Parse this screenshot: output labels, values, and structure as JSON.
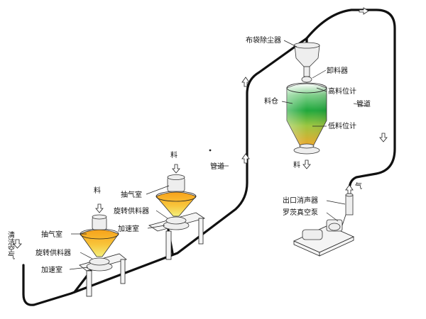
{
  "labels": {
    "clean_air": "清洁空气",
    "feeder1": {
      "air_chamber": "抽气室",
      "rotary_feeder": "旋转供料器",
      "accel_chamber": "加速室"
    },
    "feeder2": {
      "material": "料",
      "air_chamber": "抽气室",
      "rotary_feeder": "旋转供料器",
      "accel_chamber": "加速室"
    },
    "feeder3": {
      "material": "料"
    },
    "pipe_left": "管道",
    "pipe_right": "管道",
    "bag_filter": "布袋除尘器",
    "unloader": "卸料器",
    "high_level": "高料位计",
    "silo": "料仓",
    "low_level": "低料位计",
    "silo_out": "料",
    "exhaust": "气",
    "outlet_silencer": "出口消声器",
    "roots_pump": "罗茨真空泵"
  },
  "colors": {
    "hopper_top": "#f7a21a",
    "hopper_bottom": "#f4f07c",
    "silo_green": "#1fa83c",
    "silo_orange": "#f4a52a",
    "pipe": "#111111"
  }
}
